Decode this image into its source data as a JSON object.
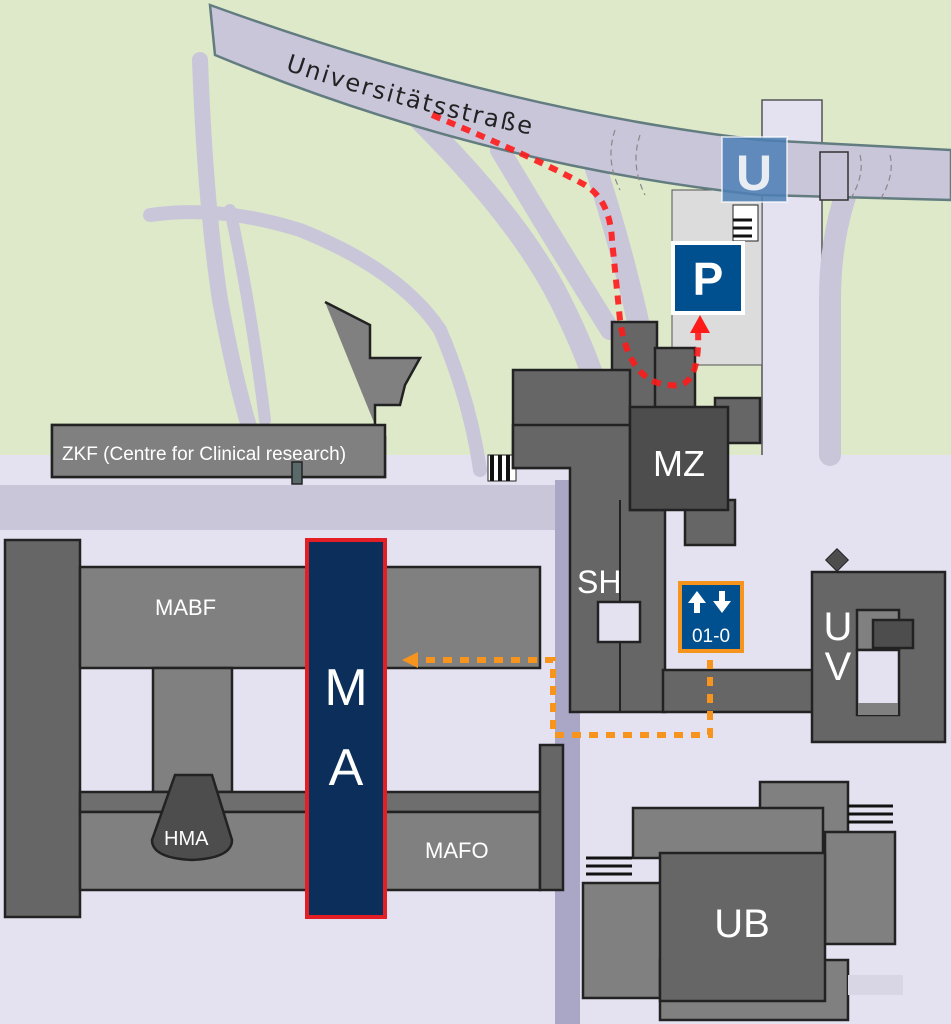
{
  "map": {
    "street_name": "Universitätsstraße",
    "buildings": {
      "zkf": "ZKF (Centre for Clinical research)",
      "mabf": "MABF",
      "ma_letter1": "M",
      "ma_letter2": "A",
      "hma": "HMA",
      "mafo": "MAFO",
      "mz": "MZ",
      "sh": "SH",
      "uv_letter1": "U",
      "uv_letter2": "V",
      "ub": "UB"
    },
    "signs": {
      "subway": "U",
      "parking": "P",
      "elevator_code": "01-0"
    },
    "colors": {
      "grass": "#dde9c9",
      "ground": "#e4e2f0",
      "path": "#c9c6da",
      "building_dark": "#666666",
      "building_light": "#808080",
      "highlight_fill": "#0b2f5a",
      "highlight_border": "#e31e24",
      "parking_blue": "#004f8f",
      "route_red": "#ff1a1a",
      "route_orange": "#f7941d"
    }
  }
}
